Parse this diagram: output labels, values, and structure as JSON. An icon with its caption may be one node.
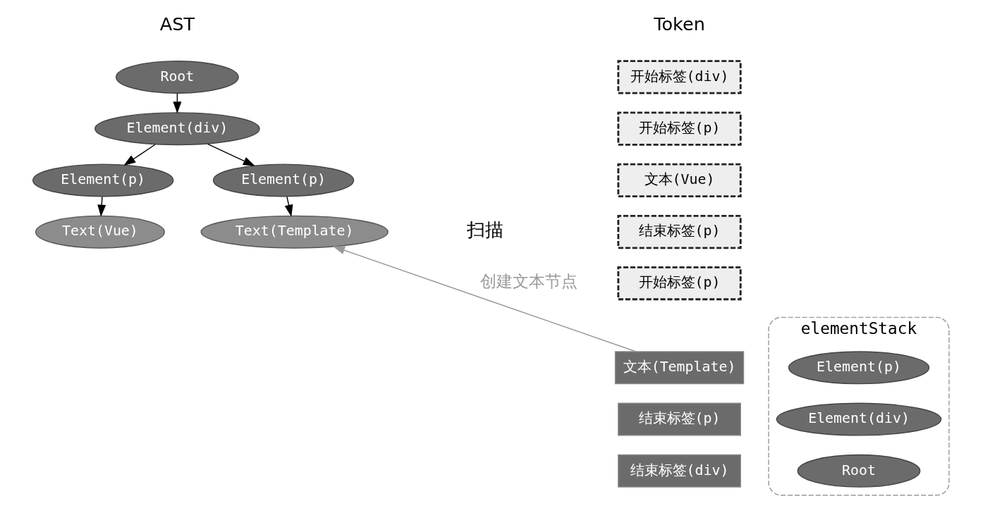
{
  "diagram": {
    "nodes": [
      {
        "text": [
          "开始标签(div)"
        ]
      },
      {
        "text": [
          "开始标签(p)"
        ]
      },
      {
        "text": [
          "文本(Vue)"
        ]
      },
      {
        "text": [
          "结束标签(p)"
        ]
      },
      {
        "text": [
          "开始标签(p)"
        ]
      },
      {
        "text": [
          "文本(Template)"
        ]
      },
      {
        "text": [
          "结束标签(p)"
        ]
      },
      {
        "text": [
          "结束标签(div)"
        ]
      },
      {
        "text": [
          "elementStack"
        ]
      },
      {
        "text": [
          "Element(p)"
        ],
        "in": 8
      },
      {
        "text": [
          "Element(div)"
        ],
        "in": 8
      },
      {
        "text": [
          "Root"
        ],
        "in": 8
      },
      {
        "text": [
          "Root"
        ]
      },
      {
        "text": [
          "Element(div)"
        ]
      },
      {
        "text": [
          "Element(p)"
        ]
      },
      {
        "text": [
          "Element(p)"
        ]
      },
      {
        "text": [
          "Text(Vue)"
        ]
      },
      {
        "text": [
          "Text(Template)"
        ]
      }
    ],
    "edges": [
      {
        "from": 12,
        "to": 13,
        "arrow": "to"
      },
      {
        "from": 13,
        "to": 14,
        "arrow": "to"
      },
      {
        "from": 13,
        "to": 15,
        "arrow": "to"
      },
      {
        "from": 14,
        "to": 16,
        "arrow": "to"
      },
      {
        "from": 15,
        "to": 17,
        "arrow": "to"
      },
      {
        "from": 5,
        "to": 17,
        "arrow": "to",
        "label": "创建文本节点",
        "color": "#999999"
      }
    ],
    "labels": [
      "Token",
      "AST",
      "扫描"
    ]
  }
}
